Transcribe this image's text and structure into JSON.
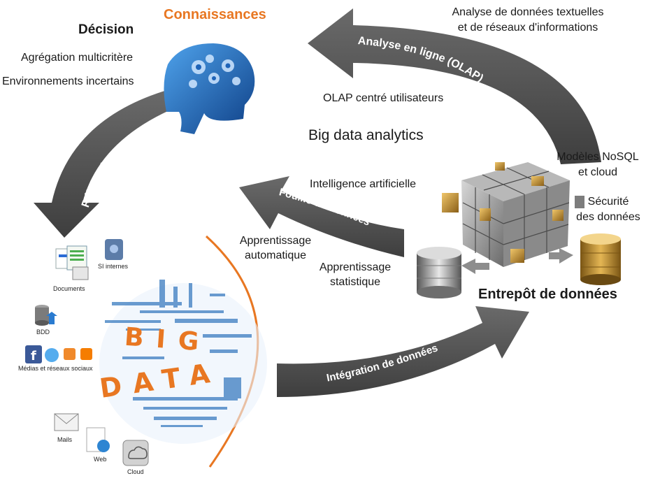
{
  "labels": {
    "connaissances": "Connaissances",
    "decision": "Décision",
    "agregation": "Agrégation multicritère",
    "environnements": "Environnements incertains",
    "analyse_textuelle_1": "Analyse de données textuelles",
    "analyse_textuelle_2": "et de réseaux d'informations",
    "olap_utilisateurs": "OLAP centré utilisateurs",
    "big_data_analytics": "Big data analytics",
    "nosql_1": "Modèles NoSQL",
    "nosql_2": "et cloud",
    "securite_1": "Sécurité",
    "securite_2": "des données",
    "intelligence_artificielle": "Intelligence artificielle",
    "apprentissage_auto_1": "Apprentissage",
    "apprentissage_auto_2": "automatique",
    "apprentissage_stat_1": "Apprentissage",
    "apprentissage_stat_2": "statistique",
    "entrepot": "Entrepôt de données"
  },
  "arrows": {
    "olap": "Analyse en ligne (OLAP)",
    "reinjection": "Réinjection",
    "fouille": "Fouille de données",
    "integration": "Intégration de données"
  },
  "sources": {
    "documents": "Documents",
    "si_internes": "SI internes",
    "bdd": "BDD",
    "medias": "Médias et réseaux sociaux",
    "mails": "Mails",
    "web": "Web",
    "cloud": "Cloud"
  },
  "wordcloud": {
    "big": "BIG",
    "data": "DATA"
  },
  "colors": {
    "orange": "#e87722",
    "arrow_gray": "#555555",
    "head_blue": "#1e63b8",
    "gold": "#c4922c"
  }
}
